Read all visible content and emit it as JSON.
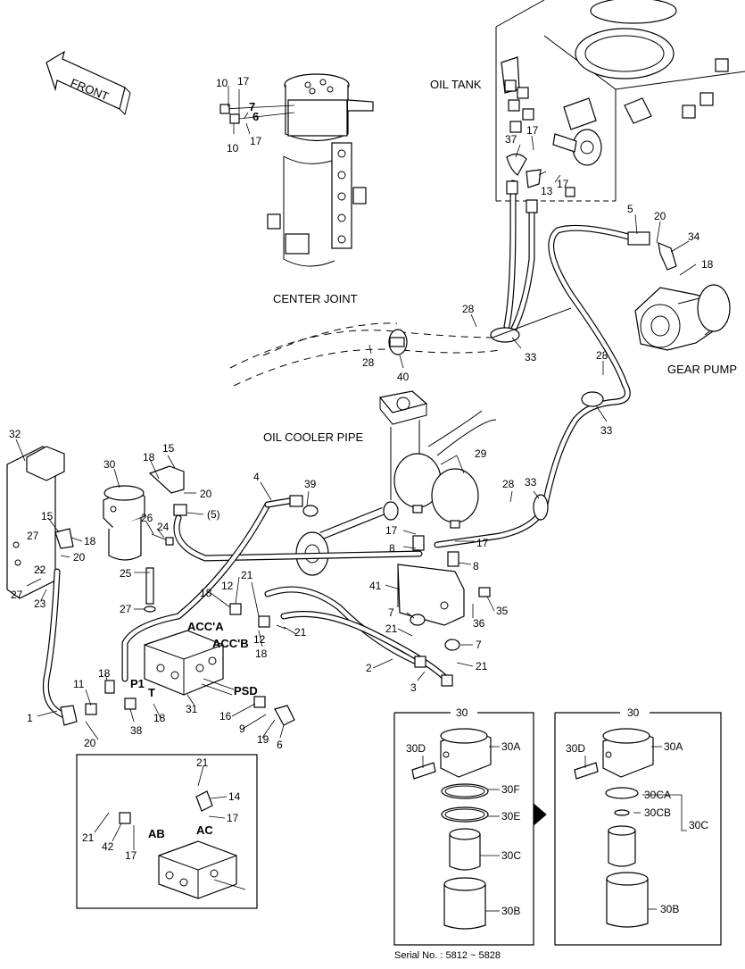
{
  "titles": {
    "front": "FRONT",
    "oil_tank": "OIL TANK",
    "center_joint": "CENTER JOINT",
    "gear_pump": "GEAR PUMP",
    "oil_cooler_pipe": "OIL COOLER PIPE",
    "serial": "Serial No. : 5812 ~ 5828"
  },
  "callouts": [
    {
      "id": "c1",
      "text": "10"
    },
    {
      "id": "c2",
      "text": "17"
    },
    {
      "id": "c3",
      "text": "7"
    },
    {
      "id": "c4",
      "text": "6"
    },
    {
      "id": "c5",
      "text": "17"
    },
    {
      "id": "c6",
      "text": "10"
    },
    {
      "id": "c7",
      "text": "37"
    },
    {
      "id": "c8",
      "text": "17"
    },
    {
      "id": "c9",
      "text": "13"
    },
    {
      "id": "c10",
      "text": "17"
    },
    {
      "id": "c11",
      "text": "5"
    },
    {
      "id": "c12",
      "text": "20"
    },
    {
      "id": "c13",
      "text": "34"
    },
    {
      "id": "c14",
      "text": "18"
    },
    {
      "id": "c15",
      "text": "28"
    },
    {
      "id": "c16",
      "text": "33"
    },
    {
      "id": "c17",
      "text": "28"
    },
    {
      "id": "c18",
      "text": "40"
    },
    {
      "id": "c19",
      "text": "28"
    },
    {
      "id": "c20",
      "text": "33"
    },
    {
      "id": "c21",
      "text": "32"
    },
    {
      "id": "c22",
      "text": "30"
    },
    {
      "id": "c23",
      "text": "18"
    },
    {
      "id": "c24",
      "text": "15"
    },
    {
      "id": "c25",
      "text": "20"
    },
    {
      "id": "c26",
      "text": "(5)"
    },
    {
      "id": "c27",
      "text": "4"
    },
    {
      "id": "c28",
      "text": "39"
    },
    {
      "id": "c29",
      "text": "29"
    },
    {
      "id": "c30",
      "text": "28"
    },
    {
      "id": "c31",
      "text": "33"
    },
    {
      "id": "c32",
      "text": "15"
    },
    {
      "id": "c33",
      "text": "26"
    },
    {
      "id": "c34",
      "text": "24"
    },
    {
      "id": "c35",
      "text": "18"
    },
    {
      "id": "c36",
      "text": "22"
    },
    {
      "id": "c37",
      "text": "27"
    },
    {
      "id": "c38",
      "text": "20"
    },
    {
      "id": "c39",
      "text": "27"
    },
    {
      "id": "c40",
      "text": "23"
    },
    {
      "id": "c41",
      "text": "17"
    },
    {
      "id": "c42",
      "text": "8"
    },
    {
      "id": "c43",
      "text": "17"
    },
    {
      "id": "c44",
      "text": "8"
    },
    {
      "id": "c45",
      "text": "25"
    },
    {
      "id": "c46",
      "text": "41"
    },
    {
      "id": "c47",
      "text": "21"
    },
    {
      "id": "c48",
      "text": "12"
    },
    {
      "id": "c49",
      "text": "18"
    },
    {
      "id": "c50",
      "text": "27"
    },
    {
      "id": "c51",
      "text": "35"
    },
    {
      "id": "c52",
      "text": "36"
    },
    {
      "id": "c53",
      "text": "7"
    },
    {
      "id": "c54",
      "text": "21"
    },
    {
      "id": "c55",
      "text": "12"
    },
    {
      "id": "c56",
      "text": "21"
    },
    {
      "id": "c57",
      "text": "7"
    },
    {
      "id": "c58",
      "text": "18"
    },
    {
      "id": "c59",
      "text": "2"
    },
    {
      "id": "c60",
      "text": "21"
    },
    {
      "id": "c61",
      "text": "3"
    },
    {
      "id": "c62",
      "text": "11"
    },
    {
      "id": "c63",
      "text": "18"
    },
    {
      "id": "c64",
      "text": "18"
    },
    {
      "id": "c65",
      "text": "31"
    },
    {
      "id": "c66",
      "text": "1"
    },
    {
      "id": "c67",
      "text": "20"
    },
    {
      "id": "c68",
      "text": "38"
    },
    {
      "id": "c69",
      "text": "16"
    },
    {
      "id": "c70",
      "text": "9"
    },
    {
      "id": "c71",
      "text": "19"
    },
    {
      "id": "c72",
      "text": "6"
    },
    {
      "id": "c73",
      "text": "21"
    },
    {
      "id": "c74",
      "text": "14"
    },
    {
      "id": "c75",
      "text": "17"
    },
    {
      "id": "c76",
      "text": "21"
    },
    {
      "id": "c77",
      "text": "42"
    },
    {
      "id": "c78",
      "text": "17"
    }
  ],
  "port_labels": {
    "acc_a": "ACC'A",
    "acc_b": "ACC'B",
    "p1": "P1",
    "t": "T",
    "psd": "PSD",
    "ab": "AB",
    "ac": "AC"
  },
  "inset_left": {
    "num": "30",
    "items": [
      "30D",
      "30A",
      "30F",
      "30E",
      "30C",
      "30B"
    ]
  },
  "inset_right": {
    "num": "30",
    "items": [
      "30D",
      "30A",
      "30CA",
      "30CB",
      "30C",
      "30B"
    ]
  }
}
